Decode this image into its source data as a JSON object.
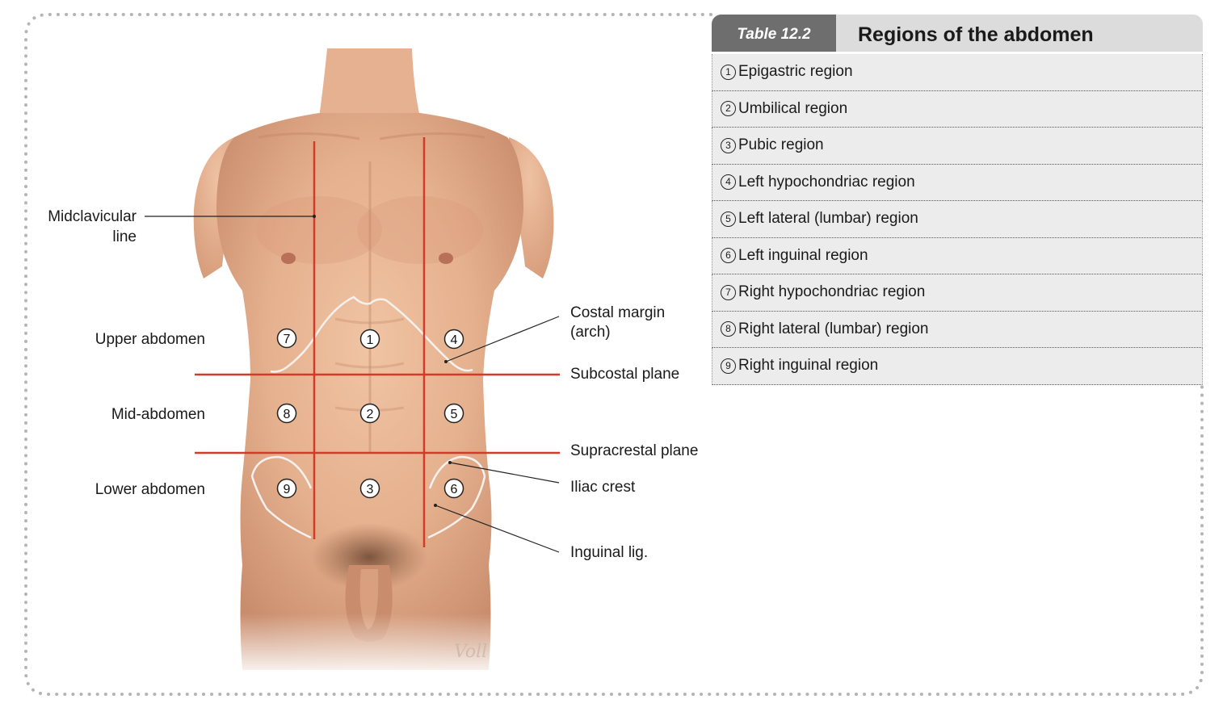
{
  "table": {
    "number": "Table 12.2",
    "title": "Regions of the abdomen",
    "rows": [
      {
        "num": "1",
        "text": "Epigastric region"
      },
      {
        "num": "2",
        "text": "Umbilical region"
      },
      {
        "num": "3",
        "text": "Pubic region"
      },
      {
        "num": "4",
        "text": "Left hypochondriac region"
      },
      {
        "num": "5",
        "text": "Left lateral (lumbar) region"
      },
      {
        "num": "6",
        "text": "Left inguinal region"
      },
      {
        "num": "7",
        "text": "Right hypochondriac region"
      },
      {
        "num": "8",
        "text": "Right lateral (lumbar) region"
      },
      {
        "num": "9",
        "text": "Right inguinal region"
      }
    ]
  },
  "figure": {
    "labels": {
      "midclavicular_1": "Midclavicular",
      "midclavicular_2": "line",
      "upper_abdomen": "Upper abdomen",
      "mid_abdomen": "Mid-abdomen",
      "lower_abdomen": "Lower abdomen",
      "costal_margin_1": "Costal margin",
      "costal_margin_2": "(arch)",
      "subcostal_plane": "Subcostal plane",
      "supracrestal_plane": "Supracrestal plane",
      "iliac_crest": "Iliac crest",
      "inguinal_lig": "Inguinal lig."
    },
    "region_numbers": [
      "1",
      "2",
      "3",
      "4",
      "5",
      "6",
      "7",
      "8",
      "9"
    ],
    "signature": "Voll"
  },
  "colors": {
    "skin": "#e9b796",
    "skin_shadow": "#cf9373",
    "plane_line": "#d43a2a",
    "table_header_dark": "#6e6e6e",
    "table_header_light": "#dcdcdc",
    "row_bg": "#ececec",
    "frame_dots": "#b5b5b5"
  }
}
